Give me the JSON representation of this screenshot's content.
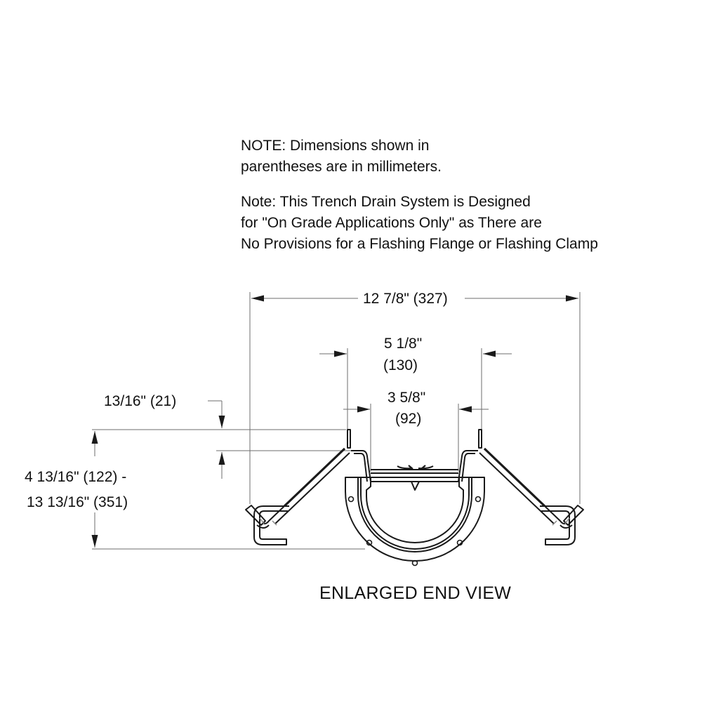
{
  "notes": {
    "units_note": [
      "NOTE: Dimensions shown in",
      "parentheses are in millimeters."
    ],
    "application_note": [
      "Note:  This Trench Drain System is Designed",
      "for \"On Grade Applications Only\" as There are",
      "No Provisions for a Flashing Flange or Flashing Clamp"
    ]
  },
  "dimensions": {
    "overall_width": "12 7/8\" (327)",
    "outer_opening_in": "5 1/8\"",
    "outer_opening_mm": "(130)",
    "inner_opening_in": "3 5/8\"",
    "inner_opening_mm": "(92)",
    "flange_height": "13/16\" (21)",
    "depth_range_line1": "4 13/16\" (122) -",
    "depth_range_line2": "13 13/16\" (351)"
  },
  "caption": "ENLARGED END VIEW",
  "colors": {
    "line": "#1a1a1a",
    "dim_line": "#6e6e6e",
    "background": "#ffffff"
  }
}
